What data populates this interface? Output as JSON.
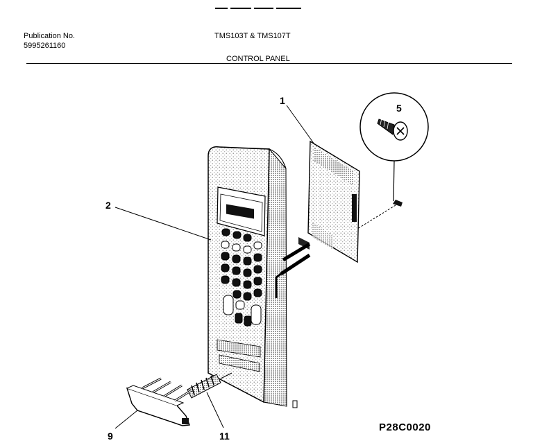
{
  "header": {
    "publication_label": "Publication No.",
    "publication_number": "5995261160",
    "models": "TMS103T & TMS107T",
    "section_title": "CONTROL PANEL"
  },
  "callouts": {
    "circuit_board": "1",
    "control_panel": "2",
    "screw": "5",
    "door_latch": "9",
    "spring": "11"
  },
  "drawing_code": "P28C0020"
}
